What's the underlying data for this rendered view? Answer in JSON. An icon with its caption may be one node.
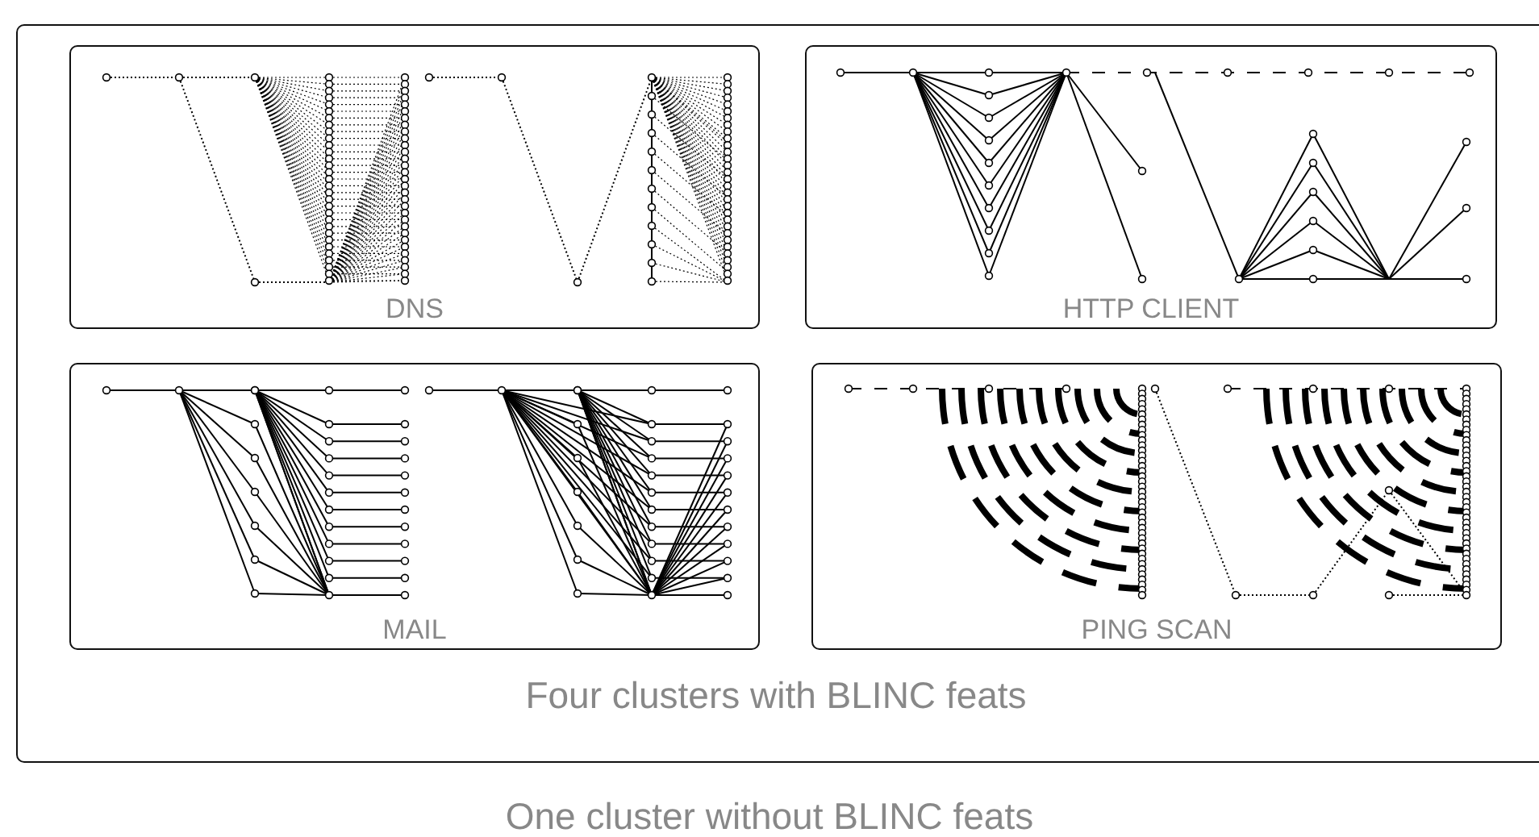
{
  "diagram": {
    "caption": "One cluster without BLINC feats",
    "nodes": [
      {
        "text": [
          "Four clusters with BLINC feats"
        ]
      },
      {
        "text": [
          "DNS"
        ],
        "in": 0
      },
      {
        "text": [
          "HTTP CLIENT"
        ],
        "in": 0
      },
      {
        "text": [
          "MAIL"
        ],
        "in": 0
      },
      {
        "text": [
          "PING SCAN"
        ],
        "in": 0
      }
    ]
  }
}
